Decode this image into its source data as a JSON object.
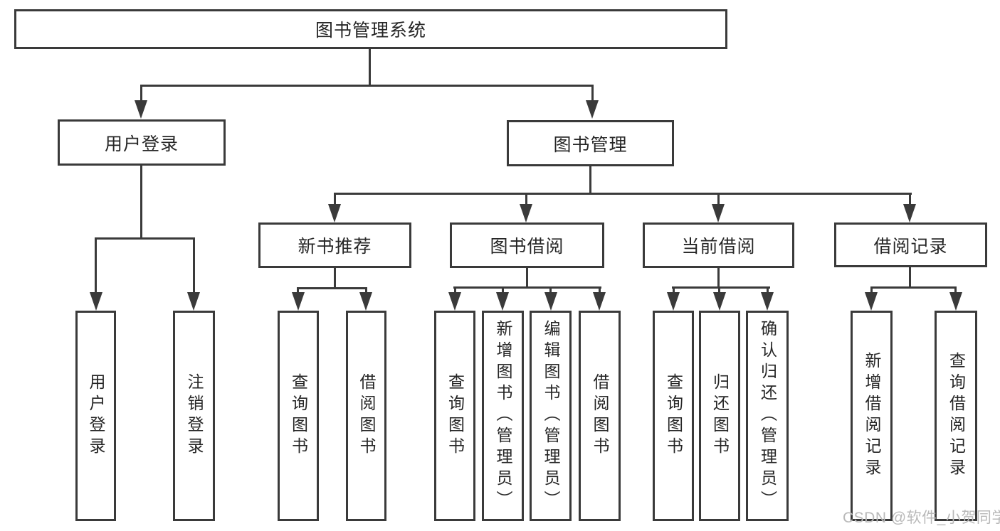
{
  "title": {
    "label": "图书管理系统"
  },
  "level2": {
    "user_login": {
      "label": "用户登录"
    },
    "book_management": {
      "label": "图书管理"
    }
  },
  "level3": {
    "new_books": {
      "label": "新书推荐"
    },
    "book_borrow": {
      "label": "图书借阅"
    },
    "current_borrow": {
      "label": "当前借阅"
    },
    "borrow_records": {
      "label": "借阅记录"
    }
  },
  "leaves": [
    {
      "label": "用户登录"
    },
    {
      "label": "注销登录"
    },
    {
      "label": "查询图书"
    },
    {
      "label": "借阅图书"
    },
    {
      "label": "查询图书"
    },
    {
      "label": "新增图书（管理员）"
    },
    {
      "label": "编辑图书（管理员）"
    },
    {
      "label": "借阅图书"
    },
    {
      "label": "查询图书"
    },
    {
      "label": "归还图书"
    },
    {
      "label": "确认归还（管理员）"
    },
    {
      "label": "新增借阅记录"
    },
    {
      "label": "查询借阅记录"
    }
  ],
  "watermark": {
    "text": "CSDN @软件_小贺同学"
  },
  "colors": {
    "line": "#3a3a3a",
    "text": "#262626",
    "watermark": "#b9b9b9",
    "background": "#ffffff"
  }
}
